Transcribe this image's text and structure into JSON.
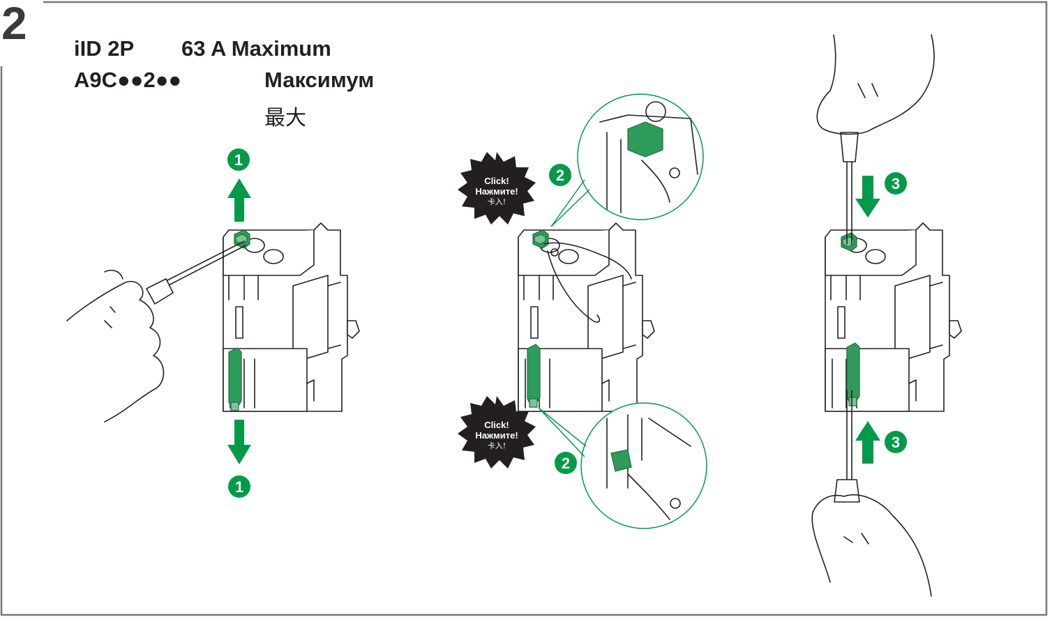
{
  "header": {
    "step_number": "2",
    "model_name": "iID 2P",
    "model_code": "A9C●●2●●",
    "max_en": "63 A Maximum",
    "max_ru": "Максимум",
    "max_zh": "最大"
  },
  "steps": {
    "step1_label": "1",
    "step2_label": "2",
    "step3_label": "3"
  },
  "click_badge": {
    "en": "Click!",
    "ru": "Нажмите!",
    "zh": "卡入!"
  },
  "colors": {
    "accent_green": "#009a49",
    "clip_green": "#2f9b5a",
    "frame": "#777777",
    "badge_black": "#231f20"
  },
  "icons": [
    "up-arrow-icon",
    "down-arrow-icon",
    "screwdriver-icon",
    "pliers-icon",
    "hand-icon",
    "click-burst-icon"
  ]
}
